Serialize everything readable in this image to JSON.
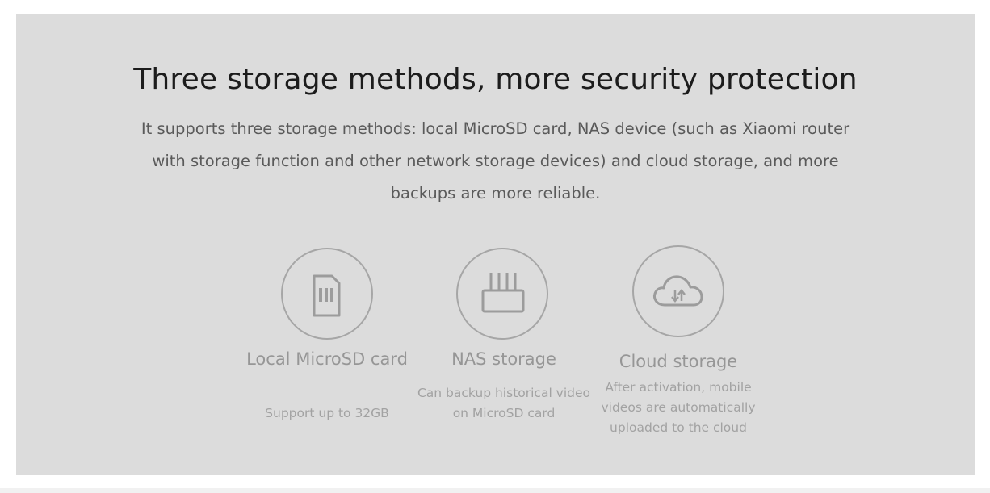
{
  "header": {
    "title": "Three storage methods, more security protection",
    "description": "It supports three storage methods: local MicroSD card, NAS device (such as Xiaomi router with storage function and other network storage devices) and cloud storage, and more backups are more reliable."
  },
  "features": [
    {
      "icon": "microsd-card-icon",
      "title": "Local MicroSD card",
      "description": "Support up to 32GB"
    },
    {
      "icon": "router-icon",
      "title": "NAS storage",
      "description": "Can backup historical video on MicroSD card"
    },
    {
      "icon": "cloud-sync-icon",
      "title": "Cloud storage",
      "description": "After activation, mobile videos are automatically uploaded to the cloud"
    }
  ],
  "colors": {
    "panel_background": "#dcdcdc",
    "title_text": "#1c1c1c",
    "body_text": "#5a5a5a",
    "icon_stroke": "#a6a6a6",
    "feature_text": "#969696"
  }
}
